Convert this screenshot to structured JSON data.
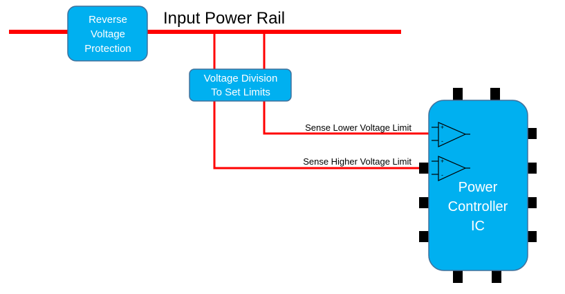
{
  "rail_title": "Input Power Rail",
  "reverse_box": {
    "lines": [
      "Reverse",
      "Voltage",
      "Protection"
    ]
  },
  "divider_box": {
    "lines": [
      "Voltage Division",
      "To Set Limits"
    ]
  },
  "sense_lower_label": "Sense Lower Voltage Limit",
  "sense_higher_label": "Sense Higher Voltage Limit",
  "ic": {
    "lines": [
      "Power",
      "Controller",
      "IC"
    ]
  },
  "comparator_symbols": {
    "plus": "+",
    "minus": "-"
  },
  "colors": {
    "rail": "#ff0000",
    "box_fill": "#00b0f0",
    "box_stroke": "#41719c",
    "pin": "#000000"
  }
}
